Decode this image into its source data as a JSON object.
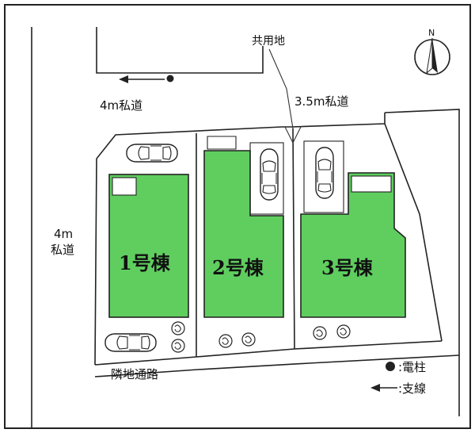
{
  "labels": {
    "shared_land": "共用地",
    "road_top": "4m私道",
    "road_left_line1": "4m",
    "road_left_line2": "私道",
    "road_mid": "3.5m私道",
    "adjacent_path": "隣地通路",
    "north": "N"
  },
  "buildings": [
    {
      "label": "1号棟"
    },
    {
      "label": "2号棟"
    },
    {
      "label": "3号棟"
    }
  ],
  "legend": {
    "pole_label": ":電柱",
    "wire_label": ":支線"
  },
  "colors": {
    "building_fill": "#5fce5f",
    "line": "#222222",
    "background": "#ffffff"
  }
}
